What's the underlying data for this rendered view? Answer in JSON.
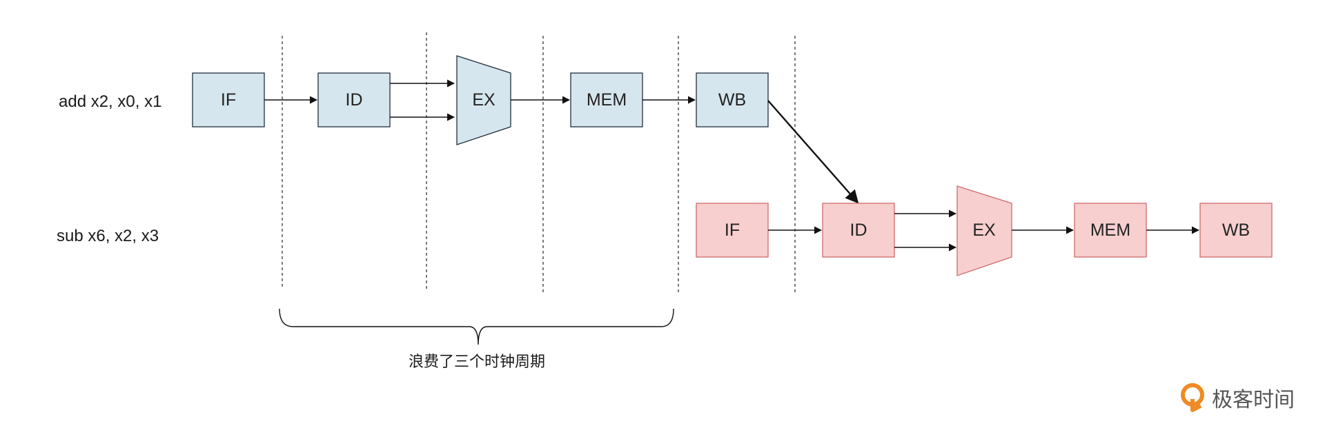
{
  "instructions": {
    "first": "add x2, x0, x1",
    "second": "sub x6, x2, x3"
  },
  "stages": {
    "if": "IF",
    "id": "ID",
    "ex": "EX",
    "mem": "MEM",
    "wb": "WB"
  },
  "annotation": "浪费了三个时钟周期",
  "logo": {
    "text": "极客时间"
  },
  "colors": {
    "first_fill": "#d6e6ee",
    "first_stroke": "#1f2d3a",
    "second_fill": "#f7cfcf",
    "second_stroke": "#d06a6a",
    "logo_orange": "#f08a24"
  }
}
